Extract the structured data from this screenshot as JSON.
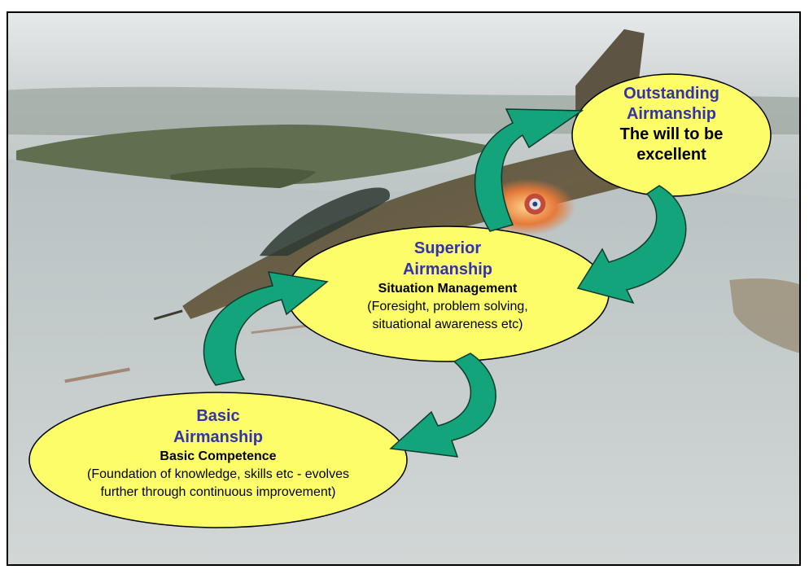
{
  "diagram": {
    "colors": {
      "ellipse_fill": "#fdfd6a",
      "title": "#3333aa",
      "arrow": "#13a47c"
    },
    "nodes": {
      "outstanding": {
        "title_line1": "Outstanding",
        "title_line2": "Airmanship",
        "subtitle_line1": "The will to be",
        "subtitle_line2": "excellent"
      },
      "superior": {
        "title_line1": "Superior",
        "title_line2": "Airmanship",
        "subtitle": "Situation Management",
        "desc_line1": "(Foresight, problem solving,",
        "desc_line2": "situational awareness etc)"
      },
      "basic": {
        "title_line1": "Basic",
        "title_line2": "Airmanship",
        "subtitle": "Basic Competence",
        "desc_line1": "(Foundation of knowledge, skills etc - evolves",
        "desc_line2": "further through continuous improvement)"
      }
    },
    "background_photo": "jet-aircraft-over-coastline"
  }
}
